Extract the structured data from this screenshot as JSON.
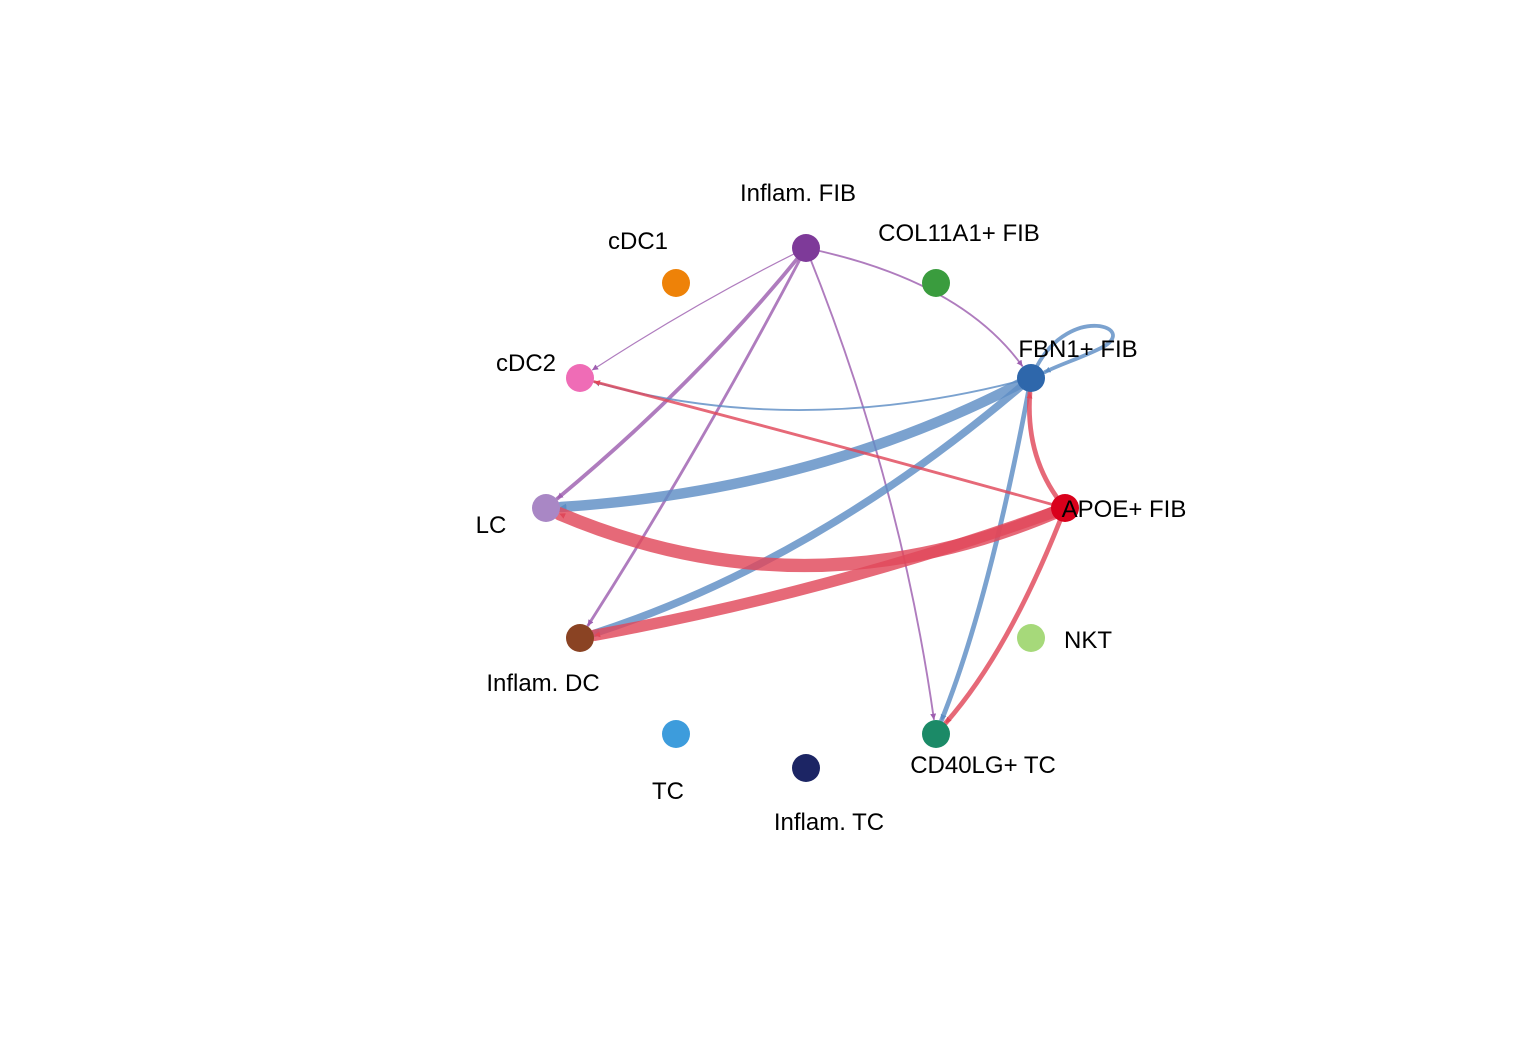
{
  "diagram": {
    "type": "circle-network",
    "nodes": [
      {
        "id": "inflam_fib",
        "label": "Inflam. FIB",
        "color": "#7E3A99"
      },
      {
        "id": "col11a1_fib",
        "label": "COL11A1+ FIB",
        "color": "#3A9C3E"
      },
      {
        "id": "fbn1_fib",
        "label": "FBN1+ FIB",
        "color": "#2E67AB"
      },
      {
        "id": "apoe_fib",
        "label": "APOE+ FIB",
        "color": "#D9001B"
      },
      {
        "id": "nkt",
        "label": "NKT",
        "color": "#A6D97A"
      },
      {
        "id": "cd40lg_tc",
        "label": "CD40LG+ TC",
        "color": "#1B8A67"
      },
      {
        "id": "inflam_tc",
        "label": "Inflam. TC",
        "color": "#1C2564"
      },
      {
        "id": "tc",
        "label": "TC",
        "color": "#3D9CDC"
      },
      {
        "id": "inflam_dc",
        "label": "Inflam. DC",
        "color": "#8A4323"
      },
      {
        "id": "lc",
        "label": "LC",
        "color": "#A987C5"
      },
      {
        "id": "cdc2",
        "label": "cDC2",
        "color": "#EF6CB6"
      },
      {
        "id": "cdc1",
        "label": "cDC1",
        "color": "#EE8208"
      }
    ],
    "edges": [
      {
        "from": "inflam_fib",
        "to": "cdc2",
        "weight": 1
      },
      {
        "from": "inflam_fib",
        "to": "lc",
        "weight": 4
      },
      {
        "from": "inflam_fib",
        "to": "inflam_dc",
        "weight": 3
      },
      {
        "from": "inflam_fib",
        "to": "cd40lg_tc",
        "weight": 2
      },
      {
        "from": "inflam_fib",
        "to": "fbn1_fib",
        "weight": 2
      },
      {
        "from": "fbn1_fib",
        "to": "fbn1_fib",
        "weight": 4
      },
      {
        "from": "fbn1_fib",
        "to": "cdc2",
        "weight": 2
      },
      {
        "from": "fbn1_fib",
        "to": "lc",
        "weight": 11
      },
      {
        "from": "fbn1_fib",
        "to": "inflam_dc",
        "weight": 8
      },
      {
        "from": "fbn1_fib",
        "to": "cd40lg_tc",
        "weight": 5
      },
      {
        "from": "apoe_fib",
        "to": "cdc2",
        "weight": 3
      },
      {
        "from": "apoe_fib",
        "to": "fbn1_fib",
        "weight": 5
      },
      {
        "from": "apoe_fib",
        "to": "lc",
        "weight": 14
      },
      {
        "from": "apoe_fib",
        "to": "inflam_dc",
        "weight": 12
      },
      {
        "from": "apoe_fib",
        "to": "cd40lg_tc",
        "weight": 5
      }
    ]
  }
}
